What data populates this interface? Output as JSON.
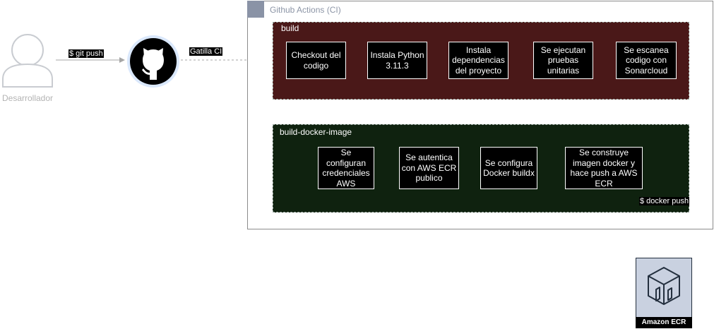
{
  "actor": {
    "label": "Desarrollador"
  },
  "edges": {
    "git_push": "$ git push",
    "trigger": "Gatilla CI",
    "docker_push": "$ docker push"
  },
  "ci": {
    "title": "Github Actions (CI)",
    "build": {
      "label": "build",
      "steps": [
        "Checkout del codigo",
        "Instala Python 3.11.3",
        "Instala dependencias del proyecto",
        "Se ejecutan pruebas unitarias",
        "Se escanea codigo con Sonarcloud"
      ]
    },
    "docker": {
      "label": "build-docker-image",
      "steps": [
        "Se configuran credenciales AWS",
        "Se autentica con AWS ECR publico",
        "Se configura Docker buildx",
        "Se construye imagen docker y hace push a AWS ECR"
      ]
    }
  },
  "registry": {
    "label": "Amazon ECR"
  },
  "colors": {
    "build_group": "#4a1818",
    "docker_group": "#0f220f",
    "github_circle": "#dae8fc",
    "ecr_background": "#c9d1e0"
  }
}
